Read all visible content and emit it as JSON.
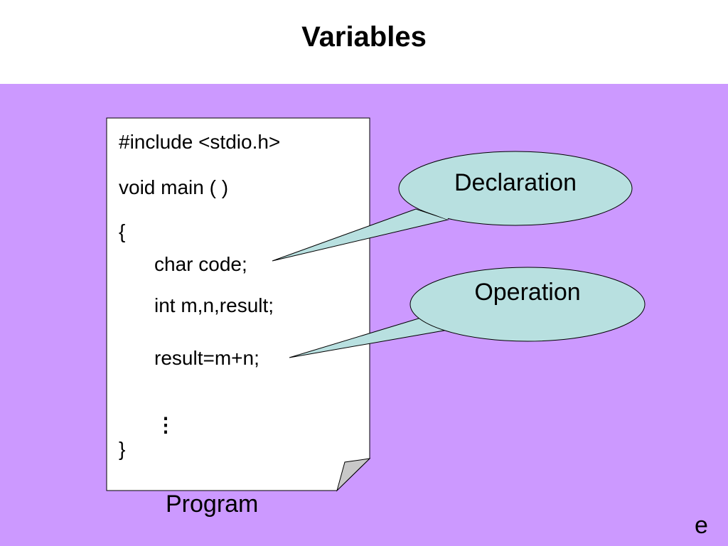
{
  "slide": {
    "title": "Variables",
    "caption": "Program",
    "footer_mark": "e"
  },
  "code": {
    "include": "#include <stdio.h>",
    "main": "void main ( )",
    "open_brace": "{",
    "decl_char": "char code;",
    "decl_int": "int m,n,result;",
    "assign": "result=m+n;",
    "ellipsis": "⋮",
    "close_brace": "}"
  },
  "callouts": {
    "declaration": "Declaration",
    "operation": "Operation"
  },
  "colors": {
    "background": "#cc99ff",
    "callout_fill": "#b8e0e0",
    "page_fill": "#ffffff",
    "fold_fill": "#c8c8c8"
  }
}
